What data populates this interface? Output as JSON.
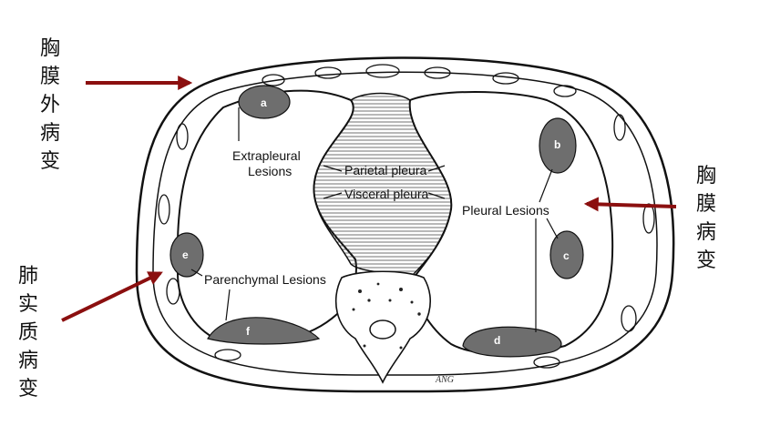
{
  "side_labels": {
    "extrapleural_cn": "胸膜外病变",
    "pleural_cn": "胸膜病变",
    "parenchymal_cn": "肺实质病变"
  },
  "diagram_labels": {
    "extrapleural": "Extrapleural",
    "lesions": "Lesions",
    "parietal": "Parietal pleura",
    "visceral": "Visceral pleura",
    "pleural": "Pleural Lesions",
    "parenchymal": "Parenchymal Lesions"
  },
  "lesion_letters": {
    "a": "a",
    "b": "b",
    "c": "c",
    "d": "d",
    "e": "e",
    "f": "f"
  },
  "signature": "ANG",
  "colors": {
    "arrow": "#8b0f0f",
    "lesion": "#6e6e6e",
    "ink": "#111111"
  }
}
